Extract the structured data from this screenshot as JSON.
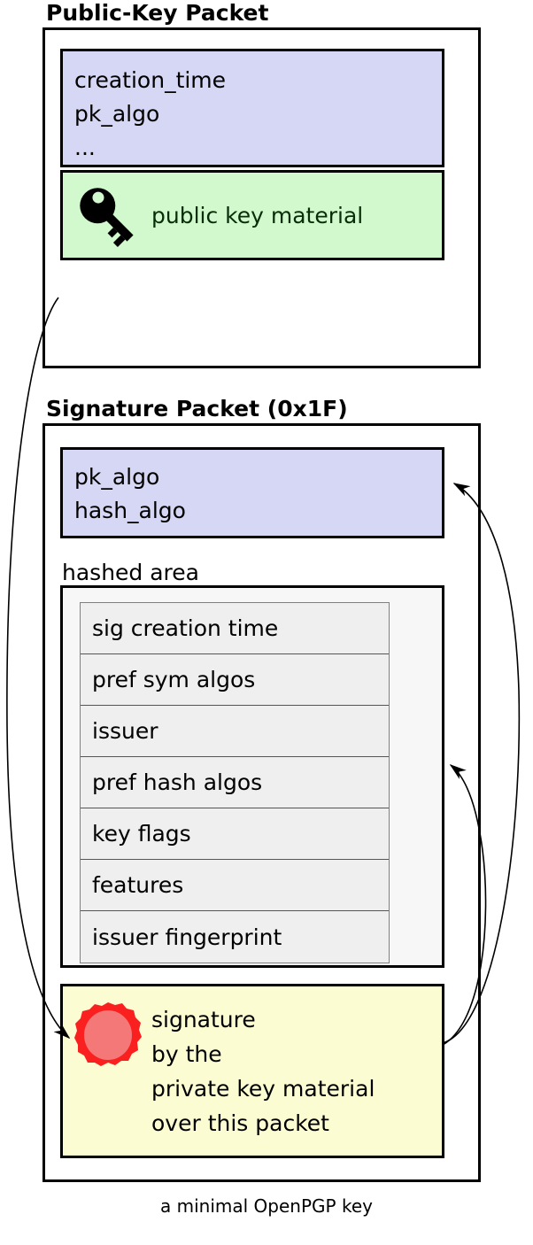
{
  "diagram": {
    "caption": "a minimal OpenPGP key",
    "colors": {
      "lavender": "#d6d6f5",
      "green": "#d2f8ce",
      "yellow": "#fcfcd2",
      "hashed_area_bg": "#f7f7f7",
      "subpacket_bg": "#efefef",
      "seal_outer": "#fa2020",
      "seal_inner": "#f57878",
      "border": "#000000",
      "green_text": "#062e08"
    },
    "packets": [
      {
        "title": "Public-Key Packet",
        "header_fields": "creation_time\npk_algo\n...",
        "material_label": "public key material",
        "material_icon": "key-icon"
      },
      {
        "title": "Signature Packet (0x1F)",
        "header_fields": "pk_algo\nhash_algo",
        "hashed_area_label": "hashed area",
        "subpackets": [
          "sig creation time",
          "pref sym algos",
          "issuer",
          "pref hash algos",
          "key flags",
          "features",
          "issuer fingerprint"
        ],
        "signature_text": "signature\nby the\nprivate key material\nover this packet",
        "signature_icon": "wax-seal-icon"
      }
    ],
    "arrows": [
      {
        "name": "public-key-to-signature",
        "from": "public-key-packet",
        "to": "signature-block"
      },
      {
        "name": "signature-to-pk-algo",
        "from": "signature-block",
        "to": "signature-header-fields"
      },
      {
        "name": "signature-to-hashed-area",
        "from": "signature-block",
        "to": "hashed-area"
      }
    ]
  }
}
